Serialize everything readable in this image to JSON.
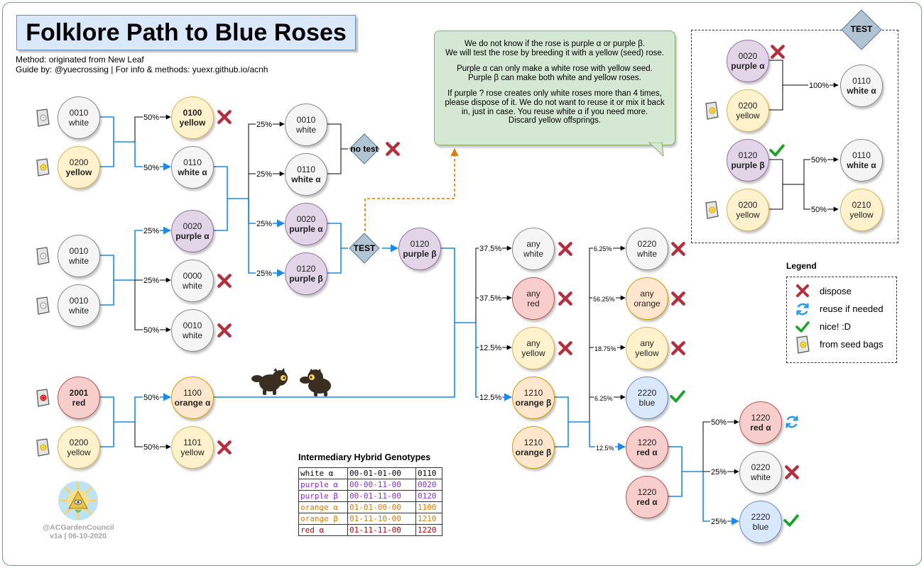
{
  "header": {
    "title": "Folklore Path to Blue Roses",
    "method": "Method: originated from New Leaf",
    "guide": "Guide by: @yuecrossing | For info & methods: yuexr.github.io/acnh"
  },
  "nodes": {
    "s1": {
      "code": "0010",
      "color": "white"
    },
    "s2": {
      "code": "0200",
      "color": "yellow"
    },
    "c1": {
      "code": "0100",
      "color": "yellow"
    },
    "c2": {
      "code": "0110",
      "color": "white α"
    },
    "s3": {
      "code": "0010",
      "color": "white"
    },
    "s4": {
      "code": "0010",
      "color": "white"
    },
    "c3": {
      "code": "0020",
      "color": "purple α"
    },
    "c4": {
      "code": "0000",
      "color": "white"
    },
    "c5": {
      "code": "0010",
      "color": "white"
    },
    "g1": {
      "code": "0010",
      "color": "white"
    },
    "g2": {
      "code": "0110",
      "color": "white α"
    },
    "g3": {
      "code": "0020",
      "color": "purple α"
    },
    "g4": {
      "code": "0120",
      "color": "purple β"
    },
    "t1": {
      "code": "0120",
      "color": "purple β"
    },
    "s5": {
      "code": "2001",
      "color": "red"
    },
    "s6": {
      "code": "0200",
      "color": "yellow"
    },
    "o1": {
      "code": "1100",
      "color": "orange α"
    },
    "o2": {
      "code": "1101",
      "color": "yellow"
    },
    "h1": {
      "code": "any",
      "color": "white"
    },
    "h2": {
      "code": "any",
      "color": "red"
    },
    "h3": {
      "code": "any",
      "color": "yellow"
    },
    "h4": {
      "code": "1210",
      "color": "orange β"
    },
    "h5": {
      "code": "1210",
      "color": "orange β"
    },
    "k1": {
      "code": "0220",
      "color": "white"
    },
    "k2": {
      "code": "any",
      "color": "orange"
    },
    "k3": {
      "code": "any",
      "color": "yellow"
    },
    "k4": {
      "code": "2220",
      "color": "blue"
    },
    "k5": {
      "code": "1220",
      "color": "red α"
    },
    "k6": {
      "code": "1220",
      "color": "red α"
    },
    "r1": {
      "code": "1220",
      "color": "red α"
    },
    "r2": {
      "code": "0220",
      "color": "white"
    },
    "r3": {
      "code": "2220",
      "color": "blue"
    },
    "p1": {
      "code": "0020",
      "color": "purple α"
    },
    "p2": {
      "code": "0200",
      "color": "yellow"
    },
    "p3": {
      "code": "0110",
      "color": "white α"
    },
    "p4": {
      "code": "0120",
      "color": "purple β"
    },
    "p5": {
      "code": "0200",
      "color": "yellow"
    },
    "p6": {
      "code": "0110",
      "color": "white α"
    },
    "p7": {
      "code": "0210",
      "color": "yellow"
    }
  },
  "edge_labels": {
    "e1": "50%",
    "e2": "50%",
    "e3": "25%",
    "e4": "25%",
    "e5": "50%",
    "e6": "25%",
    "e7": "25%",
    "e8": "25%",
    "e9": "25%",
    "e10": "50%",
    "e11": "50%",
    "e12": "37.5%",
    "e13": "37.5%",
    "e14": "12.5%",
    "e15": "12.5%",
    "e16": "6.25%",
    "e17": "56.25%",
    "e18": "18.75%",
    "e19": "6.25%",
    "e20": "12.5%",
    "e21": "50%",
    "e22": "25%",
    "e23": "25%",
    "e24": "100%",
    "e25": "50%",
    "e26": "50%"
  },
  "decisions": {
    "notest": "no test",
    "test_main": "TEST",
    "test_panel": "TEST"
  },
  "callout": {
    "line1": "We do not know if the rose is purple α or purple β.",
    "line2": "We will test the rose by breeding it with a yellow (seed) rose.",
    "line3": "Purple α can only make a white rose with yellow seed.",
    "line4": "Purple β can make both white and yellow roses.",
    "line5": "If purple ? rose creates only white roses more than 4 times,",
    "line6": "please dispose of it. We do not want to reuse it or mix it back",
    "line7": "in, just in case. You reuse white α if you need more.",
    "line8": "Discard yellow offsprings."
  },
  "legend": {
    "title": "Legend",
    "dispose": "dispose",
    "reuse": "reuse if needed",
    "nice": "nice! :D",
    "seed": "from seed bags"
  },
  "genotypes": {
    "title": "Intermediary Hybrid Genotypes",
    "rows": [
      {
        "name": "white α",
        "genes": "00-01-01-00",
        "code": "0110",
        "color": "#000000"
      },
      {
        "name": "purple α",
        "genes": "00-00-11-00",
        "code": "0020",
        "color": "#8a2be2"
      },
      {
        "name": "purple β",
        "genes": "00-01-11-00",
        "code": "0120",
        "color": "#8a2be2"
      },
      {
        "name": "orange α",
        "genes": "01-01-00-00",
        "code": "1100",
        "color": "#e07b00"
      },
      {
        "name": "orange β",
        "genes": "01-11-10-00",
        "code": "1210",
        "color": "#e07b00"
      },
      {
        "name": "red α",
        "genes": "01-11-11-00",
        "code": "1220",
        "color": "#c00000"
      }
    ]
  },
  "footer": {
    "council": "@ACGardenCouncil",
    "version": "v1a | 06-10-2020"
  },
  "colors": {
    "accent_line": "#1e88e5",
    "dispose": "#b2303d",
    "nice": "#1aa32a",
    "reuse": "#2a9ce8",
    "dashed_arrow": "#e07b00"
  }
}
